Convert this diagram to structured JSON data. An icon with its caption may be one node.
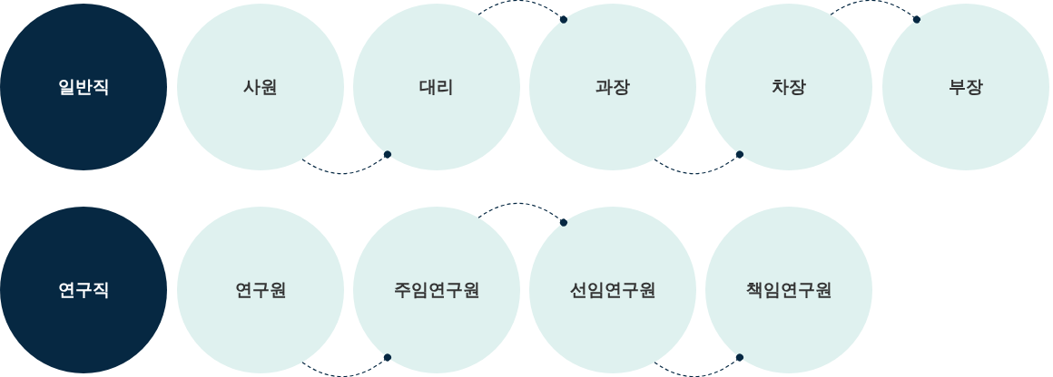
{
  "diagram": {
    "nodes": [
      {
        "text": [
          "일반직"
        ]
      },
      {
        "text": [
          "사원"
        ]
      },
      {
        "text": [
          "대리"
        ]
      },
      {
        "text": [
          "과장"
        ]
      },
      {
        "text": [
          "차장"
        ]
      },
      {
        "text": [
          "부장"
        ]
      },
      {
        "text": [
          "연구직"
        ]
      },
      {
        "text": [
          "연구원"
        ]
      },
      {
        "text": [
          "주임연구원"
        ]
      },
      {
        "text": [
          "선임연구원"
        ]
      },
      {
        "text": [
          "책임연구원"
        ]
      }
    ],
    "edges": [
      {
        "from": 1,
        "to": 2,
        "arrow": "other",
        "style": "dashed"
      },
      {
        "from": 2,
        "to": 3,
        "arrow": "other",
        "style": "dashed"
      },
      {
        "from": 3,
        "to": 4,
        "arrow": "other",
        "style": "dashed"
      },
      {
        "from": 4,
        "to": 5,
        "arrow": "other",
        "style": "dashed"
      },
      {
        "from": 7,
        "to": 8,
        "arrow": "other",
        "style": "dashed"
      },
      {
        "from": 8,
        "to": 9,
        "arrow": "other",
        "style": "dashed"
      },
      {
        "from": 9,
        "to": 10,
        "arrow": "other",
        "style": "dashed"
      }
    ]
  }
}
